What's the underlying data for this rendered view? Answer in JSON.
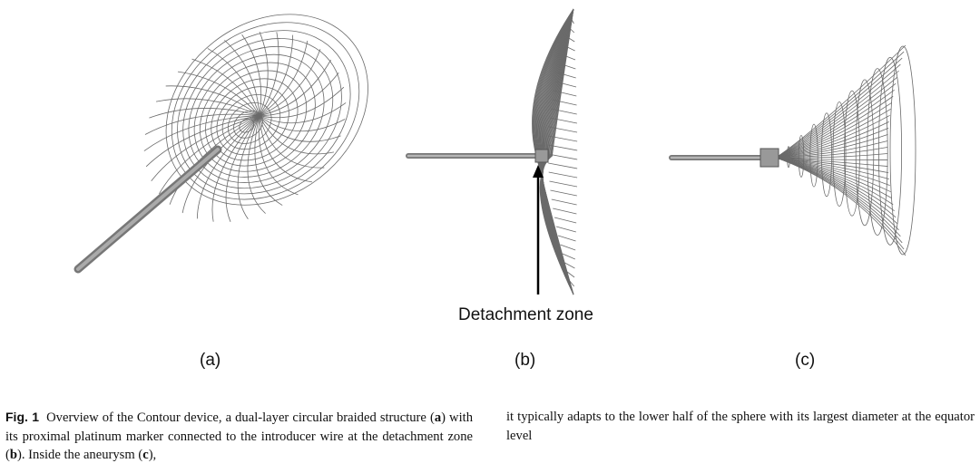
{
  "figure": {
    "annotation": "Detachment zone",
    "panel_labels": {
      "a": "(a)",
      "b": "(b)",
      "c": "(c)"
    }
  },
  "caption": {
    "label": "Fig. 1",
    "part1": "Overview of the Contour device, a dual-layer circular braided structure (",
    "bold_a": "a",
    "part2": ") with its proximal platinum marker connected to the introducer wire at the detachment zone (",
    "bold_b": "b",
    "part3": "). Inside the aneurysm (",
    "bold_c": "c",
    "part4": "),",
    "right_text": "it typically adapts to the lower half of the sphere with its largest diameter at the equator level"
  },
  "colors": {
    "wire": "#777777",
    "mesh": "#6a6a6a",
    "text": "#111111"
  }
}
